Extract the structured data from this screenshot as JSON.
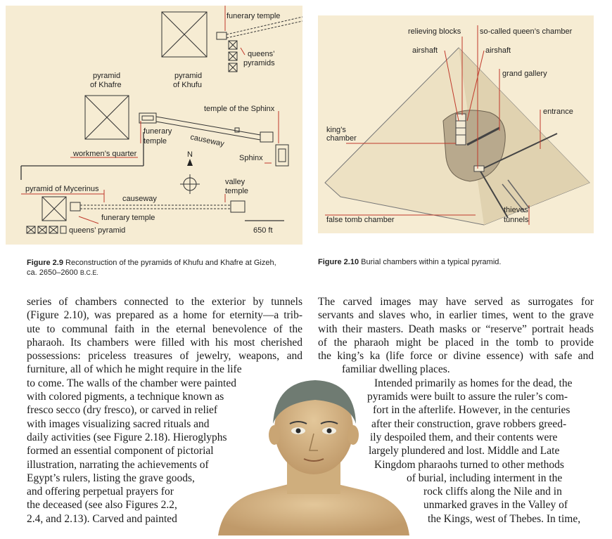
{
  "figure_2_9": {
    "labels": {
      "funerary_temple_top": "funerary temple",
      "queens_pyramids": "queens’",
      "queens_pyramids_2": "pyramids",
      "pyramid_khafre_1": "pyramid",
      "pyramid_khafre_2": "of Khafre",
      "pyramid_khufu_1": "pyramid",
      "pyramid_khufu_2": "of Khufu",
      "temple_sphinx": "temple of the Sphinx",
      "funerary_temple_mid_1": "funerary",
      "funerary_temple_mid_2": "temple",
      "causeway_upper": "causeway",
      "workmens_quarter": "workmen’s quarter",
      "north": "N",
      "sphinx": "Sphinx",
      "pyramid_mycerinus": "pyramid of Mycerinus",
      "valley_temple_1": "valley",
      "valley_temple_2": "temple",
      "causeway_lower": "causeway",
      "funerary_temple_low": "funerary temple",
      "queens_pyramid_low": "queens’ pyramid",
      "scale": "650 ft"
    },
    "caption_num": "Figure 2.9",
    "caption_text": "Reconstruction of the pyramids of Khufu and Khafre at Gizeh,",
    "caption_line2": "ca. 2650–2600",
    "caption_era": "B.C.E."
  },
  "figure_2_10": {
    "labels": {
      "relieving_blocks": "relieving blocks",
      "queens_chamber": "so-called queen’s chamber",
      "airshaft_left": "airshaft",
      "airshaft_right": "airshaft",
      "grand_gallery": "grand gallery",
      "entrance": "entrance",
      "kings_chamber_1": "king’s",
      "kings_chamber_2": "chamber",
      "false_tomb": "false tomb chamber",
      "thieves_tunnels_1": "thieves’",
      "thieves_tunnels_2": "tunnels"
    },
    "caption_num": "Figure 2.10",
    "caption_text": "Burial chambers within a typical pyramid."
  },
  "body_left": [
    "series of chambers connected to the exterior by tunnels",
    "(Figure 2.10), was prepared as a home for eternity—a trib-",
    "ute to communal faith in the eternal benevolence of the",
    "pharaoh. Its chambers were filled with his most cherished",
    "possessions: priceless treasures of jewelry, weapons, and",
    "furniture, all of which he might require in the life",
    "to come. The walls of the chamber were painted",
    "with colored pigments, a technique known as",
    "fresco secco (dry fresco), or carved in relief",
    "with images visualizing sacred rituals and",
    "daily activities (see Figure 2.18). Hieroglyphs",
    "formed an essential component of pictorial",
    "illustration, narrating the achievements of",
    "Egypt’s rulers, listing the grave goods,",
    "and offering perpetual prayers for",
    "the deceased (see also Figures 2.2,",
    "2.4, and 2.13). Carved and painted"
  ],
  "body_right": [
    "The carved images may have served as surrogates for",
    "servants and slaves who, in earlier times, went to the grave",
    "with their masters. Death masks or “reserve” portrait heads",
    "of the pharaoh might be placed in the tomb to provide",
    "the king’s ka (life force or divine essence) with safe and",
    "familiar dwelling places.",
    "Intended primarily as homes for the dead, the",
    "pyramids were built to assure the ruler’s com-",
    "fort in the afterlife. However, in the centuries",
    "after their construction, grave robbers greed-",
    "ily despoiled them, and their contents were",
    "largely plundered and lost. Middle and Late",
    "Kingdom pharaohs turned to other methods",
    "of burial, including interment in the",
    "rock cliffs along the Nile and in",
    "unmarked graves in the Valley of",
    "the Kings, west of Thebes. In time,"
  ],
  "colors": {
    "panel_bg": "#f6ecd3",
    "callout": "#c0392b",
    "pyramid_fill": "#efe3c4"
  }
}
